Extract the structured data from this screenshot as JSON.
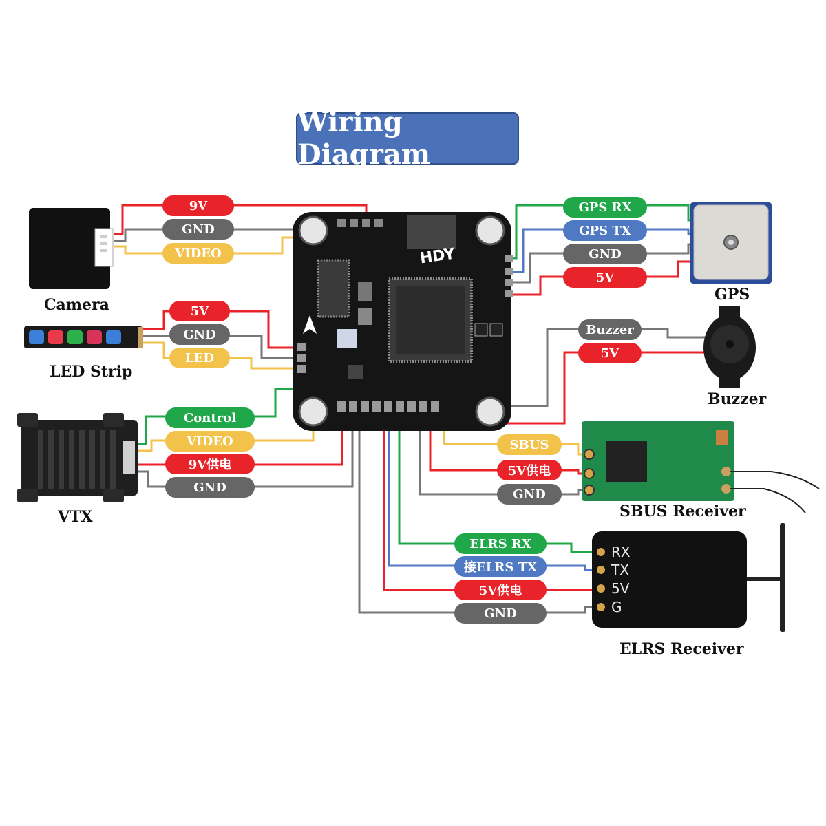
{
  "title": "Wiring Diagram",
  "flight_controller": {
    "brand": "HDY"
  },
  "devices": {
    "camera": {
      "label": "Camera"
    },
    "led_strip": {
      "label": "LED Strip"
    },
    "vtx": {
      "label": "VTX"
    },
    "gps": {
      "label": "GPS"
    },
    "buzzer": {
      "label": "Buzzer"
    },
    "sbus_receiver": {
      "label": "SBUS Receiver"
    },
    "elrs_receiver": {
      "label": "ELRS Receiver",
      "pins": [
        "RX",
        "TX",
        "5V",
        "G"
      ]
    }
  },
  "wires": {
    "camera": [
      "9V",
      "GND",
      "VIDEO"
    ],
    "led": [
      "5V",
      "GND",
      "LED"
    ],
    "vtx": [
      "Control",
      "VIDEO",
      "9V供电",
      "GND"
    ],
    "gps": [
      "GPS RX",
      "GPS TX",
      "GND",
      "5V"
    ],
    "buzzer": [
      "Buzzer",
      "5V"
    ],
    "sbus": [
      "SBUS",
      "5V供电",
      "GND"
    ],
    "elrs": [
      "ELRS RX",
      "接ELRS TX",
      "5V供电",
      "GND"
    ]
  },
  "colors": {
    "red": "#e8232a",
    "gray": "#666666",
    "yellow": "#f3c24a",
    "green": "#1fa74a",
    "blue": "#4f79c2",
    "title_bg": "#4b72b8"
  }
}
